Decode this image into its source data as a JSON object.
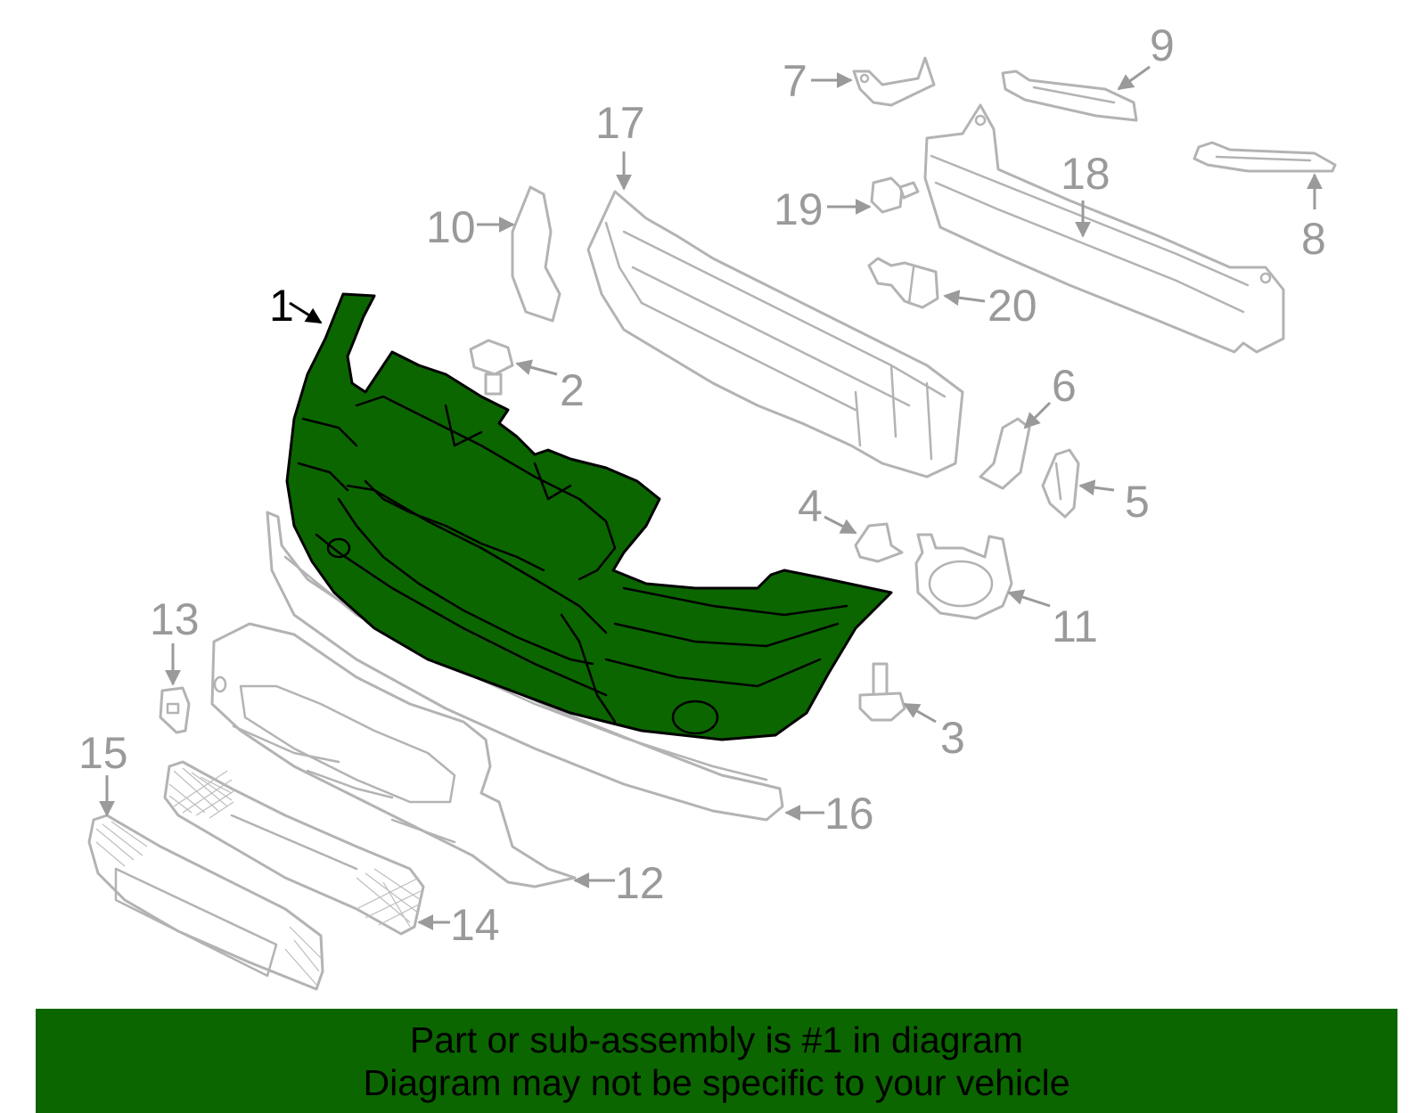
{
  "colors": {
    "highlight": "#0b6600",
    "banner": "#0b6600",
    "part_outline": "#b3b3b3",
    "callout_text": "#9a9a9a",
    "active_callout_text": "#000000"
  },
  "highlighted_part": "1",
  "callouts": [
    "1",
    "2",
    "3",
    "4",
    "5",
    "6",
    "7",
    "8",
    "9",
    "10",
    "11",
    "12",
    "13",
    "14",
    "15",
    "16",
    "17",
    "18",
    "19",
    "20"
  ],
  "banner": {
    "line1": "Part or sub-assembly is #1 in diagram",
    "line2": "Diagram may not be specific to your vehicle"
  }
}
